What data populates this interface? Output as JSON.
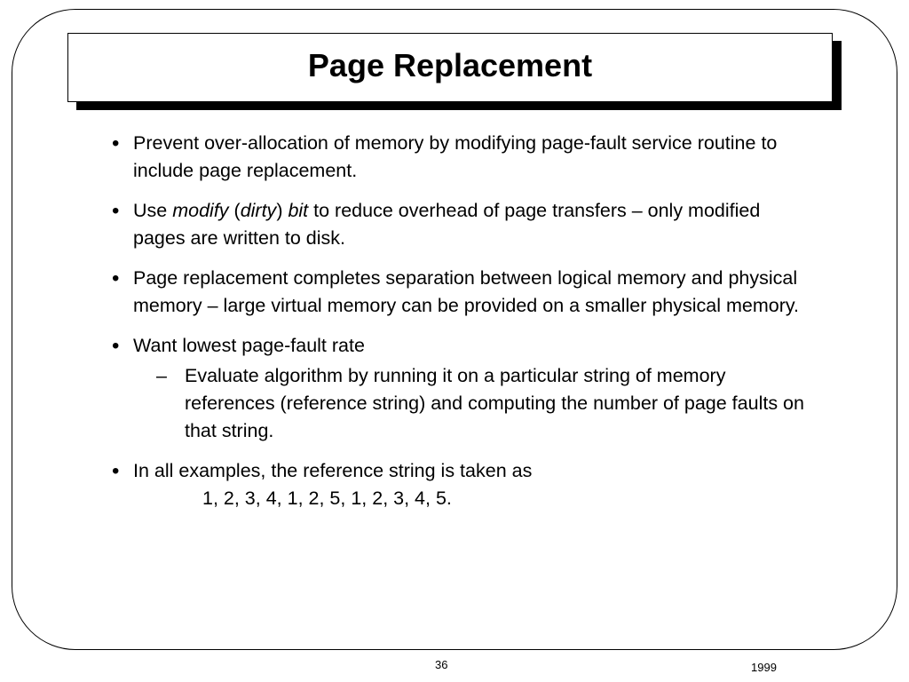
{
  "slide": {
    "title": "Page Replacement",
    "bullets": [
      {
        "text": "Prevent over-allocation of memory by modifying page-fault service routine to include page replacement."
      },
      {
        "prefix": "Use ",
        "modify": "modify",
        "open_paren": " (",
        "dirty": "dirty",
        "close_paren": ") ",
        "bit": "bit",
        "suffix": " to reduce overhead of page transfers – only modified pages are written to disk."
      },
      {
        "text": "Page replacement completes separation between logical memory and physical memory – large virtual memory can be provided on a smaller physical memory."
      },
      {
        "text": "Want lowest page-fault rate",
        "sub": "Evaluate algorithm by running it on a particular string of memory references (reference string) and computing the number of page faults on that string."
      },
      {
        "text": "In all examples, the reference string is taken as",
        "reference_string": "1, 2, 3, 4, 1, 2, 5, 1, 2, 3, 4, 5."
      }
    ],
    "bullet_glyph": "•",
    "dash_glyph": "–",
    "page_number": "36",
    "year": "1999"
  }
}
